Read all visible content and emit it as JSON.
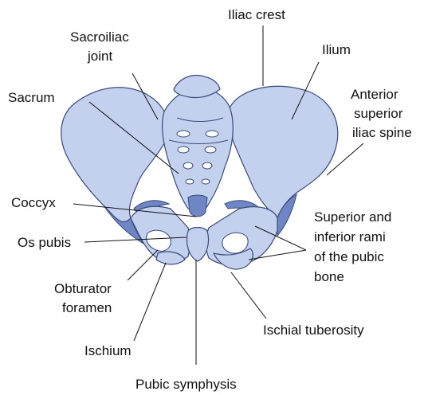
{
  "labels": {
    "iliac_crest": "Iliac crest",
    "sacroiliac_1": "Sacroiliac",
    "sacroiliac_2": "joint",
    "ilium": "Ilium",
    "sacrum": "Sacrum",
    "asis_1": "Anterior",
    "asis_2": "superior",
    "asis_3": "iliac spine",
    "coccyx": "Coccyx",
    "rami_1": "Superior and",
    "rami_2": "inferior rami",
    "rami_3": "of the pubic",
    "rami_4": "bone",
    "os_pubis": "Os pubis",
    "obturator_1": "Obturator",
    "obturator_2": "foramen",
    "ischial_tuberosity": "Ischial tuberosity",
    "ischium": "Ischium",
    "pubic_symphysis": "Pubic symphysis"
  },
  "colors": {
    "bone": "#c3d0ee",
    "bone_outline": "#3a4a7a",
    "bone_shadow": "#6f86c4"
  }
}
